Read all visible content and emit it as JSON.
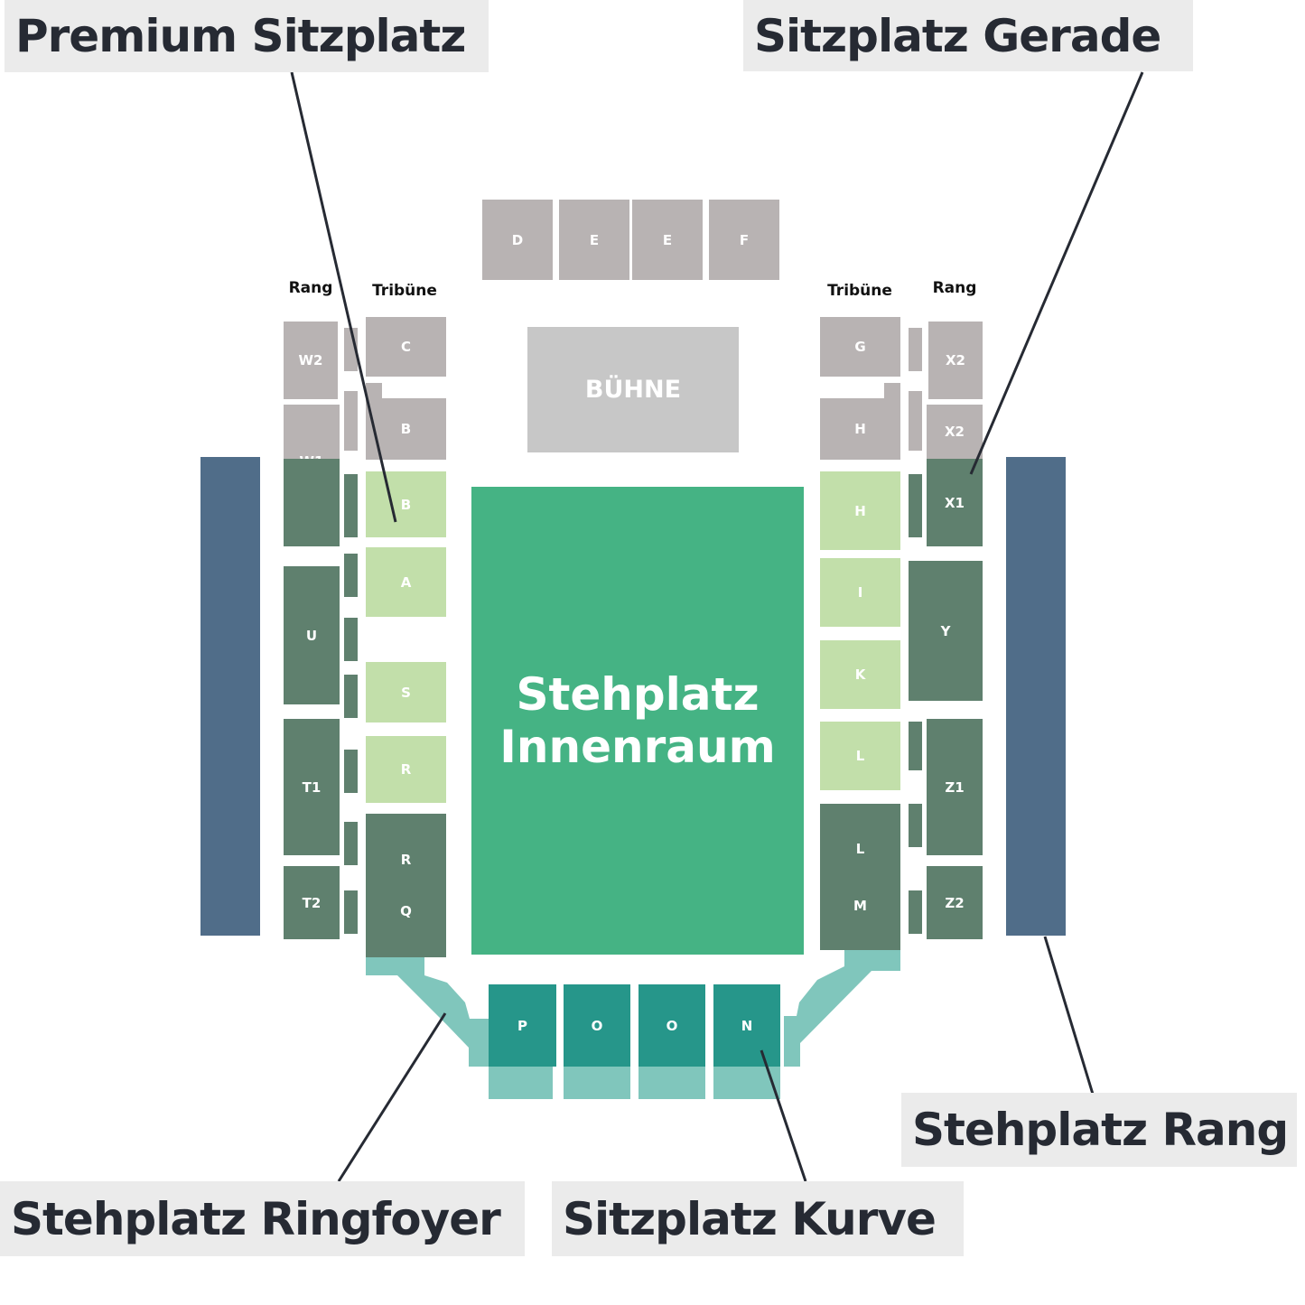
{
  "headers": {
    "rang_left": "Rang",
    "tribune_left": "Tribüne",
    "tribune_right": "Tribüne",
    "rang_right": "Rang"
  },
  "stage": "BÜHNE",
  "inner": {
    "line1": "Stehplatz",
    "line2": "Innenraum"
  },
  "top_blocks": [
    "D",
    "E",
    "E",
    "F"
  ],
  "left_tribune": [
    "C",
    "B",
    "B",
    "A",
    "S",
    "R",
    "R",
    "Q"
  ],
  "left_rang": [
    "W2",
    "W1",
    "U",
    "T1",
    "T2"
  ],
  "right_tribune": [
    "G",
    "H",
    "H",
    "I",
    "K",
    "L",
    "L",
    "M"
  ],
  "right_rang": [
    "X2",
    "X2",
    "X1",
    "Y",
    "Z1",
    "Z2"
  ],
  "curve": [
    "P",
    "O",
    "O",
    "N"
  ],
  "callouts": {
    "premium": "Premium Sitzplatz",
    "gerade": "Sitzplatz Gerade",
    "rang": "Stehplatz Rang",
    "ringfoyer": "Stehplatz Ringfoyer",
    "kurve": "Sitzplatz Kurve"
  },
  "colors": {
    "grey": "#b8b3b3",
    "premium_light_green": "#c2dfaa",
    "seat_dark_green": "#5f806e",
    "curve_teal": "#26968a",
    "foyer_light_teal": "#80c6bc",
    "rang_blue": "#506d89",
    "innenraum_green": "#45b384",
    "stage_grey": "#c7c7c7"
  }
}
